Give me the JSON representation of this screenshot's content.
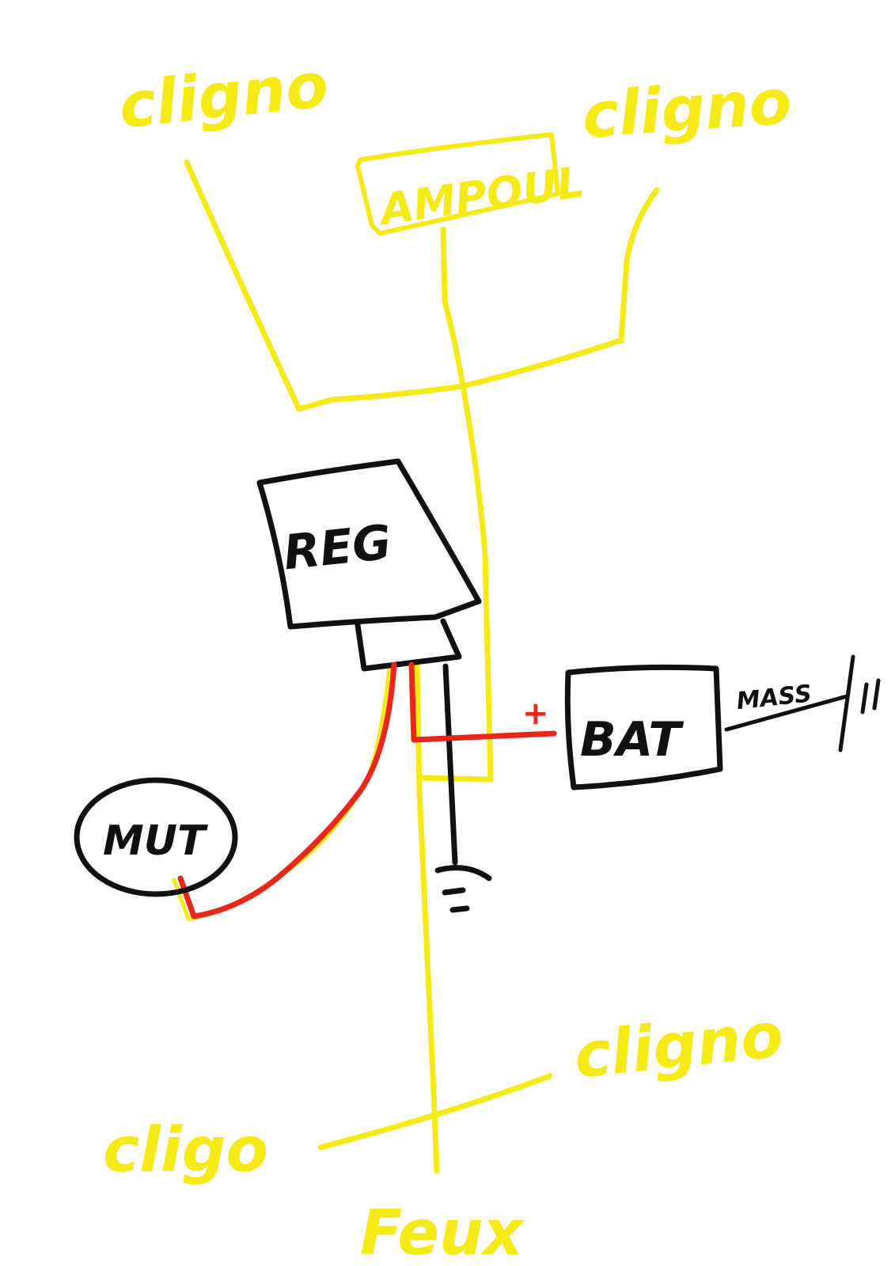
{
  "labels": {
    "cligno_top_left": "cligno",
    "cligno_top_right": "cligno",
    "ampoul": "AMPOUL",
    "reg": "REG",
    "bat": "BAT",
    "bat_plus": "+",
    "mass": "MASS",
    "mut": "MUT",
    "cligo_bottom_left": "cligo",
    "cligno_bottom_right": "cligno",
    "feux": "Feux"
  },
  "colors": {
    "yellow_wire": "#f5ea16",
    "red_wire": "#e8261a",
    "black_wire": "#111111",
    "background": "#ffffff"
  }
}
